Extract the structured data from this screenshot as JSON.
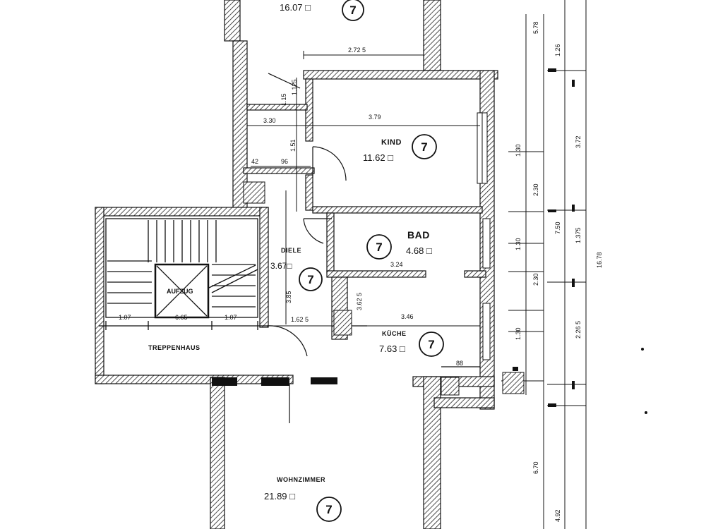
{
  "rooms": {
    "top": {
      "area": "16.07 □",
      "marker": "7"
    },
    "kind": {
      "name": "KIND",
      "area": "11.62 □",
      "marker": "7"
    },
    "bad": {
      "name": "BAD",
      "area": "4.68 □",
      "marker": "7"
    },
    "diele": {
      "name": "DIELE",
      "area": "3.67□",
      "marker": "7"
    },
    "kueche": {
      "name": "KÜCHE",
      "area": "7.63 □",
      "marker": "7"
    },
    "treppenhaus": {
      "name": "TREPPENHAUS"
    },
    "aufzug": {
      "name": "AUFZUG"
    },
    "wohnzimmer": {
      "name": "WOHNZIMMER",
      "area": "21.89 □",
      "marker": "7"
    }
  },
  "dimensions": {
    "top_width": "2.72 5",
    "kind_width": "3.79",
    "d_3_30": "3.30",
    "d_1_15": "1.15",
    "d_1_125": "1.125",
    "d_1_51": "1.51",
    "d_42": "42",
    "d_96": "96",
    "d_3_24": "3.24",
    "d_3_85": "3.85",
    "d_1_62": "1.62 5",
    "d_3_46": "3.46",
    "d_1_07a": "1.07",
    "d_6_65": "6.65",
    "d_1_07b": "1.07",
    "d_88": "88",
    "d_3_625": "3.62 5",
    "r_5_78": "5.78",
    "r_1_26": "1.26",
    "r_1_30a": "1.30",
    "r_3_72": "3.72",
    "r_2_30a": "2.30",
    "r_7_50": "7.50",
    "r_1_30b": "1.30",
    "r_1_375": "1.375",
    "r_2_30b": "2.30",
    "r_16_78": "16.78",
    "r_2_265": "2.26 5",
    "r_1_30c": "1.30",
    "r_6_70": "6.70",
    "r_4_92": "4.92"
  }
}
